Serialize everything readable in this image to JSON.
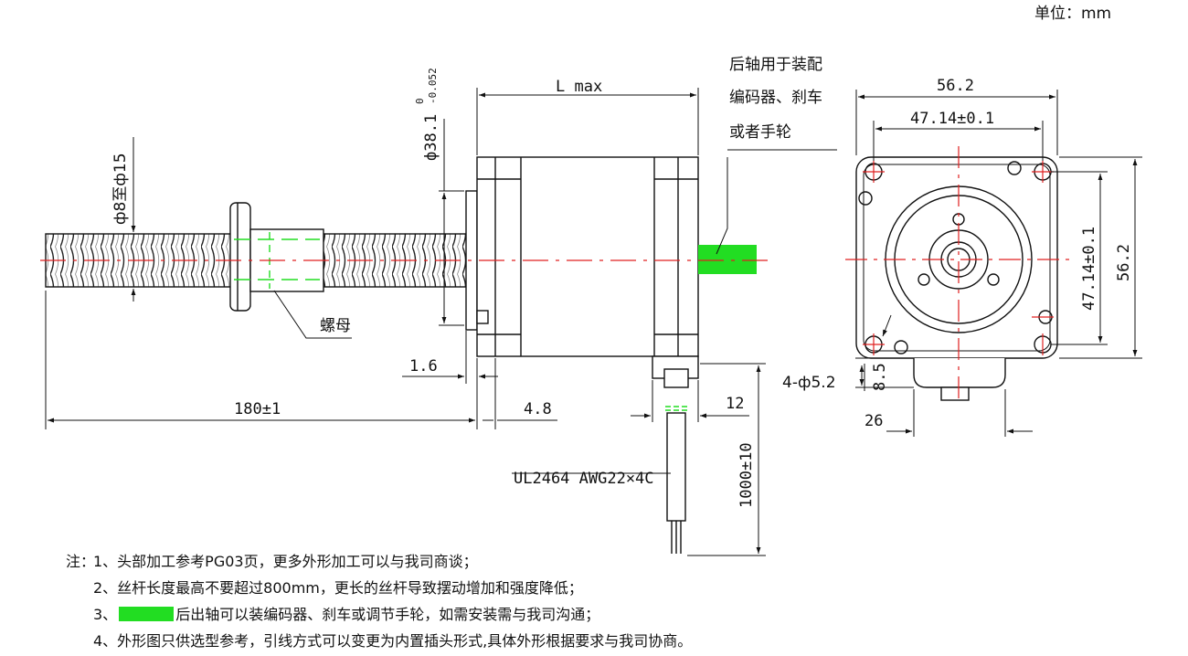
{
  "units_label": "单位：mm",
  "encoder_shaft_callout": [
    "后轴用于装配",
    "编码器、刹车",
    "或者手轮"
  ],
  "dimensions": {
    "l_max": "L max",
    "flange_dia": "ф38.1",
    "flange_tol_upper": "0",
    "flange_tol_lower": "-0.052",
    "screw_dia": "ф8至ф15",
    "screw_length": "180±1",
    "flange_thickness": "1.6",
    "boss_length": "4.8",
    "cable_offset": "12",
    "cable_length": "1000±10",
    "face_width": "56.2",
    "hole_spacing_h": "47.14±0.1",
    "hole_spacing_v": "47.14±0.1",
    "face_height": "56.2",
    "mount_holes": "4-ф5.2",
    "box_offset": "8.5",
    "box_width": "26"
  },
  "labels": {
    "nut": "螺母",
    "cable_spec": "UL2464 AWG22×4C"
  },
  "notes": {
    "prefix": "注：",
    "items": [
      "1、头部加工参考PG03页，更多外形加工可以与我司商谈；",
      "2、丝杆长度最高不要超过800mm，更长的丝杆导致摆动增加和强度降低；",
      "3、",
      "4、外形图只供选型参考，引线方式可以变更为内置插头形式,具体外形根据要求与我司协商。"
    ],
    "item3_rest": "后出轴可以装编码器、刹车或调节手轮，如需安装需与我司沟通；"
  },
  "colors": {
    "centerline": "#e02020",
    "highlight": "#22dd22",
    "ink": "#111111"
  }
}
